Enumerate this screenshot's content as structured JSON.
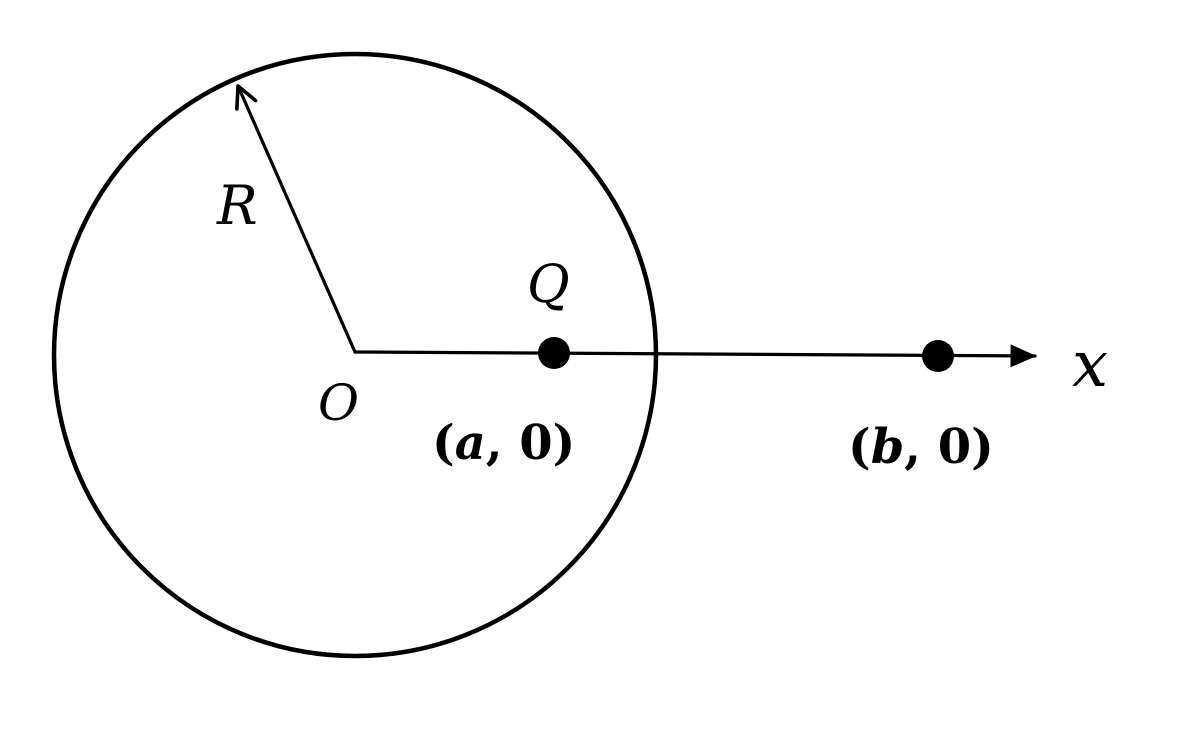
{
  "diagram": {
    "labels": {
      "radius": "R",
      "center": "O",
      "charge": "Q",
      "axis": "x",
      "point_a": {
        "open": "(",
        "var": "a",
        "rest": ", 0)"
      },
      "point_b": {
        "open": "(",
        "var": "b",
        "rest": ", 0)"
      }
    },
    "colors": {
      "ink": "#000000",
      "background": "#ffffff"
    }
  }
}
